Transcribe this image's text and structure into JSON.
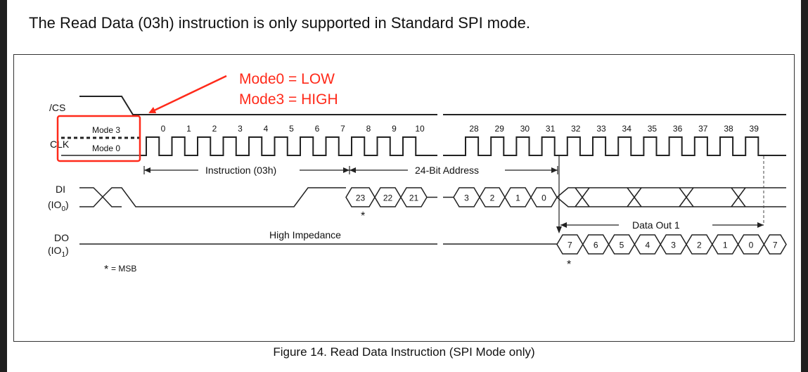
{
  "header": {
    "caption": "The Read Data (03h) instruction is only supported in Standard SPI mode."
  },
  "figure": {
    "caption": "Figure 14. Read Data Instruction (SPI Mode only)"
  },
  "annotation": {
    "line1": "Mode0 = LOW",
    "line2": "Mode3 = HIGH",
    "color": "#ff2a1a"
  },
  "signals": {
    "cs": "/CS",
    "clk": "CLK",
    "di": "DI",
    "di_sub": "(IO",
    "di_sub_index": "0",
    "do": "DO",
    "do_sub": "(IO",
    "do_sub_index": "1",
    "paren_close": ")"
  },
  "modes": {
    "mode3": "Mode 3",
    "mode0": "Mode 0"
  },
  "clock_numbers_left": [
    "0",
    "1",
    "2",
    "3",
    "4",
    "5",
    "6",
    "7",
    "8",
    "9",
    "10"
  ],
  "clock_numbers_right": [
    "28",
    "29",
    "30",
    "31",
    "32",
    "33",
    "34",
    "35",
    "36",
    "37",
    "38",
    "39"
  ],
  "phases": {
    "instruction": "Instruction (03h)",
    "address": "24-Bit Address",
    "data_out": "Data Out 1"
  },
  "di_bits": [
    "23",
    "22",
    "21",
    "3",
    "2",
    "1",
    "0"
  ],
  "do_bits": [
    "7",
    "6",
    "5",
    "4",
    "3",
    "2",
    "1",
    "0",
    "7"
  ],
  "high_impedance": "High Impedance",
  "legend": {
    "star": "*",
    "msb": " = MSB"
  },
  "msb_marker": "*"
}
